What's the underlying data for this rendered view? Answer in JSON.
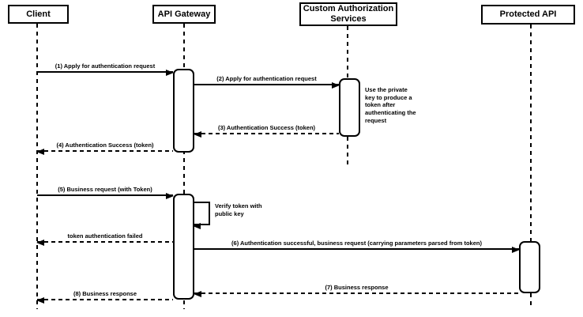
{
  "diagram": {
    "kind": "uml-sequence-diagram",
    "colors": {
      "line": "#000000",
      "background": "#ffffff",
      "box_fill": "#ffffff"
    },
    "actors": [
      {
        "label": "Client"
      },
      {
        "label": "API Gateway"
      },
      {
        "label": "Custom Authorization Services"
      },
      {
        "label": "Protected API"
      }
    ],
    "messages": [
      {
        "label": "(1) Apply for authentication request",
        "from": "Client",
        "to": "API Gateway",
        "line": "solid"
      },
      {
        "label": "(2) Apply for authentication request",
        "from": "API Gateway",
        "to": "Custom Authorization Services",
        "line": "solid"
      },
      {
        "label": "(3) Authentication Success (token)",
        "from": "Custom Authorization Services",
        "to": "API Gateway",
        "line": "dashed"
      },
      {
        "label": "(4) Authentication Success (token)",
        "from": "API Gateway",
        "to": "Client",
        "line": "dashed"
      },
      {
        "label": "(5) Business request (with Token)",
        "from": "Client",
        "to": "API Gateway",
        "line": "solid"
      },
      {
        "label": "Verify token with public key",
        "from": "API Gateway",
        "to": "API Gateway",
        "line": "self"
      },
      {
        "label": "token authentication failed",
        "from": "API Gateway",
        "to": "Client",
        "line": "dashed"
      },
      {
        "label": "(6) Authentication successful, business request (carrying parameters parsed from token)",
        "from": "API Gateway",
        "to": "Protected API",
        "line": "solid"
      },
      {
        "label": "(7) Business response",
        "from": "Protected API",
        "to": "API Gateway",
        "line": "dashed"
      },
      {
        "label": "(8) Business response",
        "from": "API Gateway",
        "to": "Client",
        "line": "dashed"
      }
    ],
    "notes": [
      {
        "text": "Use the private key to produce a token after authenticating the request",
        "attached_to": "Custom Authorization Services"
      }
    ]
  }
}
